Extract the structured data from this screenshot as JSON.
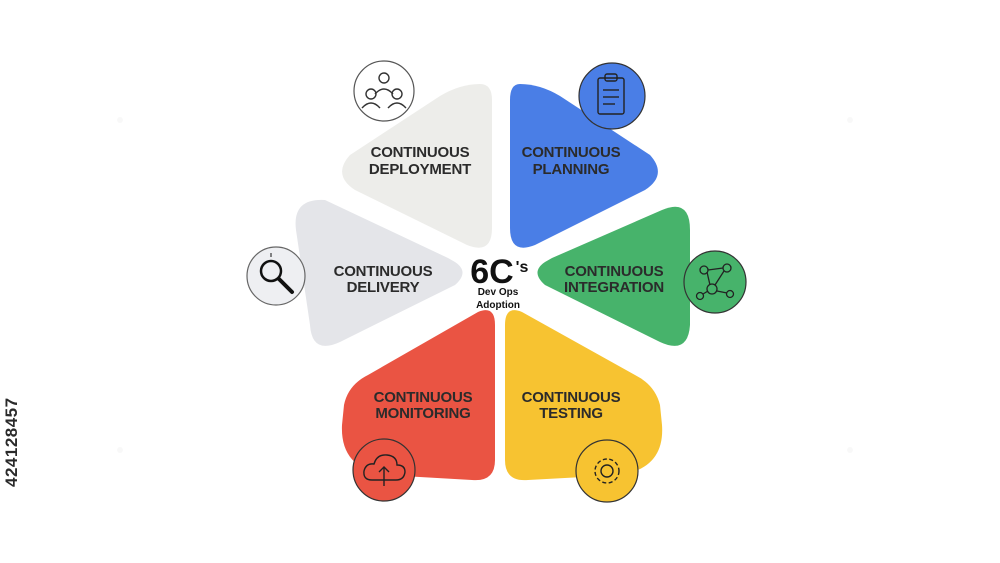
{
  "center": {
    "title": "6C",
    "title_suffix": "'s",
    "subtitle_line1": "Dev Ops",
    "subtitle_line2": "Adoption"
  },
  "segments": [
    {
      "line1": "CONTINUOUS",
      "line2": "PLANNING",
      "color": "#4a7ee6",
      "text_color": "#2b2b2b",
      "icon": "clipboard-icon",
      "icon_bg": "#4a7ee6"
    },
    {
      "line1": "CONTINUOUS",
      "line2": "INTEGRATION",
      "color": "#47b36b",
      "text_color": "#2b2b2b",
      "icon": "network-icon",
      "icon_bg": "#47b36b"
    },
    {
      "line1": "CONTINUOUS",
      "line2": "TESTING",
      "color": "#f7c331",
      "text_color": "#2b2b2b",
      "icon": "gear-icon",
      "icon_bg": "#f7c331"
    },
    {
      "line1": "CONTINUOUS",
      "line2": "MONITORING",
      "color": "#ea5443",
      "text_color": "#2b2b2b",
      "icon": "cloud-upload-icon",
      "icon_bg": "#ea5443"
    },
    {
      "line1": "CONTINUOUS",
      "line2": "DELIVERY",
      "color": "#e4e5e9",
      "text_color": "#2b2b2b",
      "icon": "magnifier-icon",
      "icon_bg": "#eeeff2"
    },
    {
      "line1": "CONTINUOUS",
      "line2": "DEPLOYMENT",
      "color": "#ededea",
      "text_color": "#2b2b2b",
      "icon": "team-icon",
      "icon_bg": "#ffffff"
    }
  ],
  "stock_id": "424128457"
}
